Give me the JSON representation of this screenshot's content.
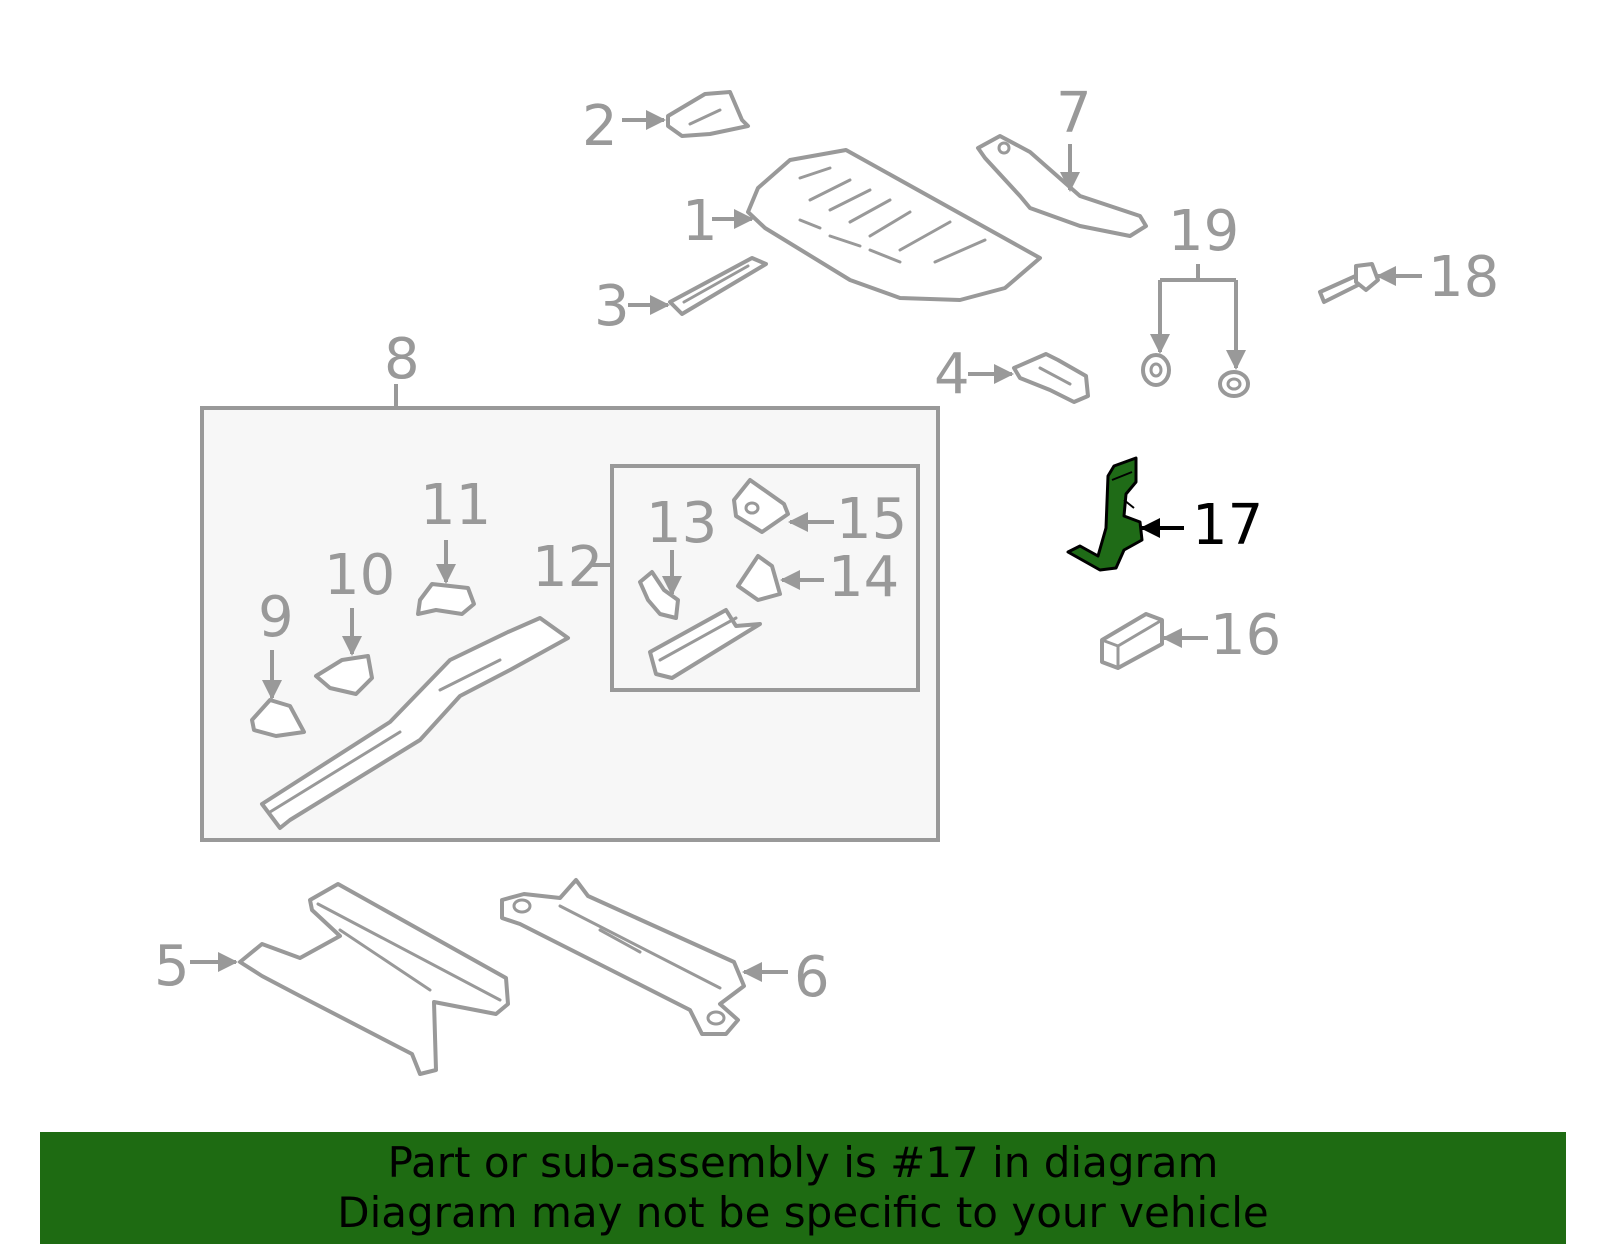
{
  "diagram": {
    "highlight_color": "#1f6b17",
    "highlighted_callout": "17",
    "callouts": [
      "1",
      "2",
      "3",
      "4",
      "5",
      "6",
      "7",
      "8",
      "9",
      "10",
      "11",
      "12",
      "13",
      "14",
      "15",
      "16",
      "17",
      "18",
      "19"
    ]
  },
  "banner": {
    "background": "#1e6b12",
    "line1": "Part or sub-assembly is #17 in diagram",
    "line2": "Diagram may not be specific to your vehicle"
  }
}
